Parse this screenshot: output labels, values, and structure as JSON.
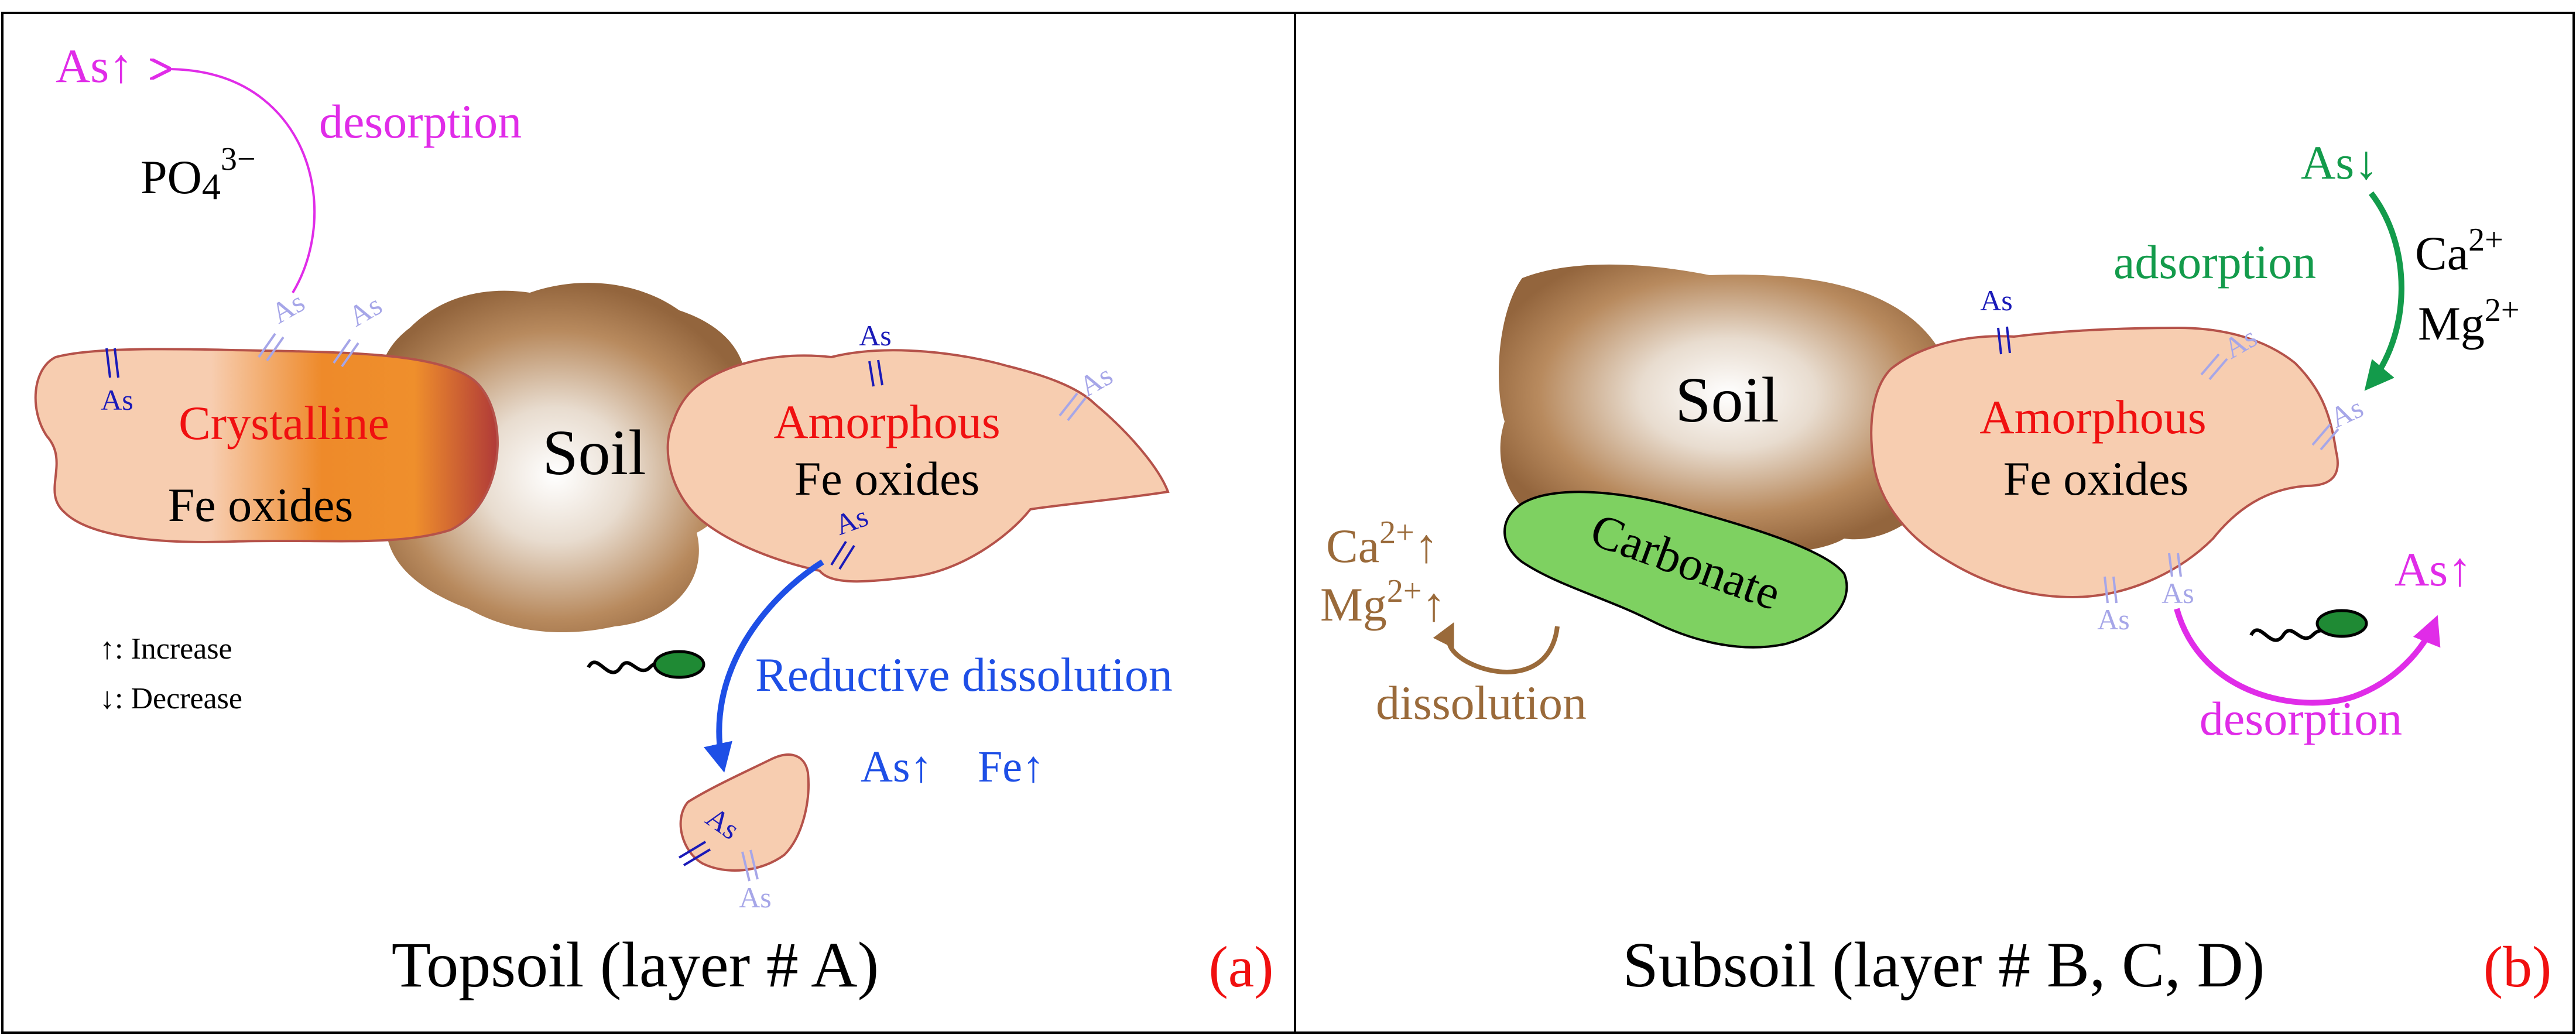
{
  "panel_a": {
    "desorption_as": "As↑",
    "desorption_label": "desorption",
    "phosphate_base": "PO",
    "phosphate_sub": "4",
    "phosphate_sup": "3−",
    "crystalline_title": "Crystalline",
    "crystalline_sub": "Fe oxides",
    "soil_label": "Soil",
    "amorphous_title": "Amorphous",
    "amorphous_sub": "Fe oxides",
    "as_tag": "As",
    "legend_increase": "↑: Increase",
    "legend_decrease": "↓: Decrease",
    "reductive_label": "Reductive dissolution",
    "release_as": "As↑",
    "release_fe": "Fe↑",
    "caption": "Topsoil (layer # A)",
    "panel_tag": "(a)"
  },
  "panel_b": {
    "adsorption_as": "As↓",
    "adsorption_label": "adsorption",
    "ca_base": "Ca",
    "ca_sup": "2+",
    "mg_base": "Mg",
    "mg_sup": "2+",
    "soil_label": "Soil",
    "carbonate_label": "Carbonate",
    "amorphous_title": "Amorphous",
    "amorphous_sub": "Fe oxides",
    "as_tag": "As",
    "dissolution_ca": "Ca",
    "dissolution_ca_sup": "2+",
    "dissolution_mg": "Mg",
    "dissolution_mg_sup": "2+",
    "dissolution_arrow": "↑",
    "dissolution_label": "dissolution",
    "desorption_as": "As↑",
    "desorption_label": "desorption",
    "caption": "Subsoil (layer # B, C, D)",
    "panel_tag": "(b)"
  },
  "colors": {
    "magenta": "#e02ce8",
    "blue": "#1e4fe6",
    "green": "#139b4b",
    "brown_text": "#9a6a3a",
    "red": "#f01010",
    "dark_blue": "#1a1ab8",
    "faded_as": "#a6a6e8",
    "fe_oxide_fill": "#f7cdb0",
    "fe_oxide_stroke": "#b5524a",
    "carbonate_fill": "#7ed161",
    "microbe_green": "#1f8a34"
  }
}
